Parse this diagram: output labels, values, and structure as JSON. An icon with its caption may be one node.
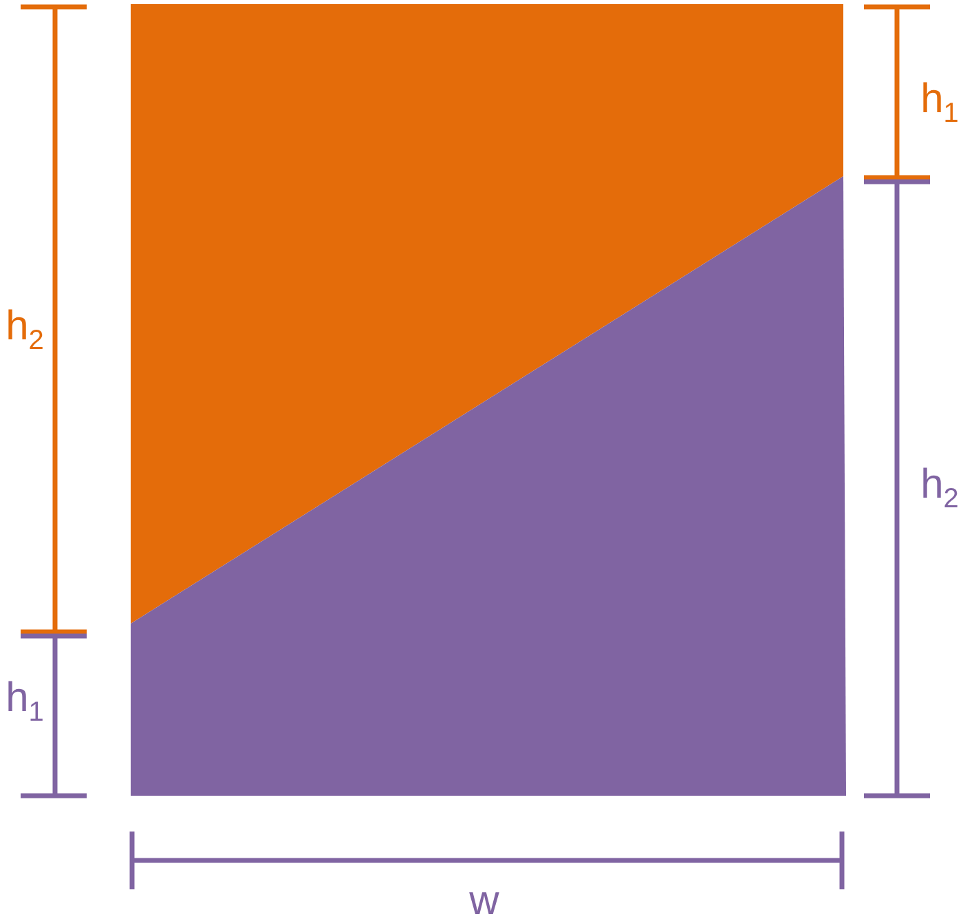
{
  "diagram": {
    "labels": [
      "h$_{1}$",
      "h$_{2}$",
      "h$_{2}$",
      "h$_{1}$",
      "w"
    ]
  }
}
